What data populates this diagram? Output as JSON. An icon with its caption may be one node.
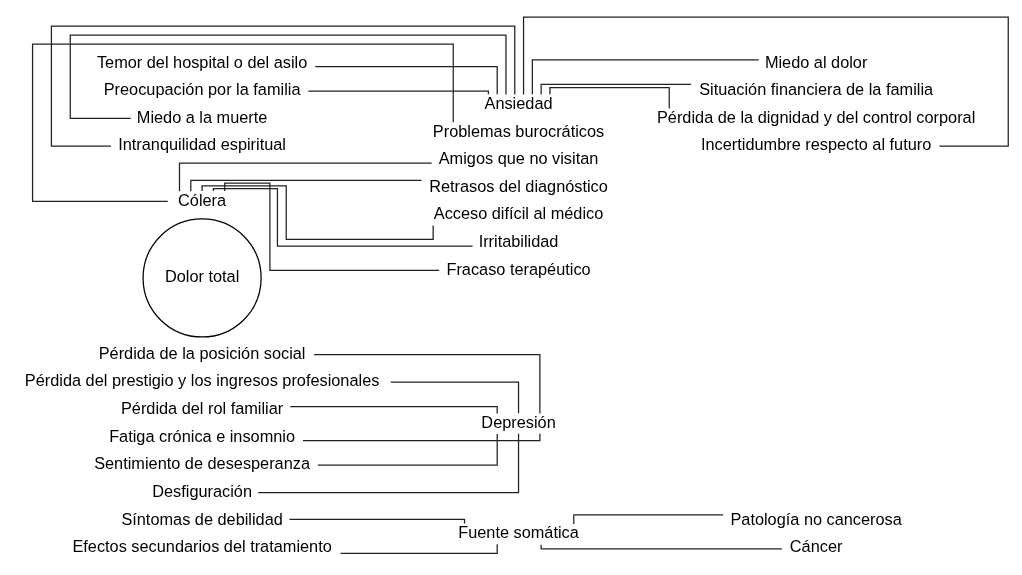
{
  "diagram": {
    "nodes": [
      {
        "text": [
          "Síntomas de debilidad"
        ]
      },
      {
        "text": [
          "Efectos secundarios del tratamiento"
        ]
      },
      {
        "text": [
          "Patología no cancerosa"
        ]
      },
      {
        "text": [
          "Cáncer"
        ]
      },
      {
        "text": [
          "Fuente somática"
        ]
      },
      {
        "text": [
          "Pérdida de la posición social"
        ]
      },
      {
        "text": [
          "Pérdida del prestigio y los ingresos profesionales"
        ]
      },
      {
        "text": [
          "Pérdida del rol familiar"
        ]
      },
      {
        "text": [
          "Fatiga crónica e insomnio"
        ]
      },
      {
        "text": [
          "Sentimiento de desesperanza"
        ]
      },
      {
        "text": [
          "Desfiguración"
        ]
      },
      {
        "text": [
          "Depresión"
        ]
      },
      {
        "text": [
          "Dolor total"
        ]
      },
      {
        "text": [
          "Cólera"
        ]
      },
      {
        "text": [
          "Problemas burocráticos"
        ]
      },
      {
        "text": [
          "Amigos que no visitan"
        ]
      },
      {
        "text": [
          "Retrasos del diagnóstico"
        ]
      },
      {
        "text": [
          "Acceso difícil al médico"
        ]
      },
      {
        "text": [
          "Irritabilidad"
        ]
      },
      {
        "text": [
          "Fracaso terapéutico"
        ]
      },
      {
        "text": [
          "Ansiedad"
        ]
      },
      {
        "text": [
          "Temor del hospital o del asilo"
        ]
      },
      {
        "text": [
          "Miedo al dolor"
        ]
      },
      {
        "text": [
          "Preocupación por la familia"
        ]
      },
      {
        "text": [
          "Situación financiera de la familia"
        ]
      },
      {
        "text": [
          "Miedo a la muerte"
        ]
      },
      {
        "text": [
          "Pérdida de la dignidad y del control corporal"
        ]
      },
      {
        "text": [
          "Intranquilidad espiritual"
        ]
      },
      {
        "text": [
          "Incertidumbre respecto al futuro"
        ]
      }
    ],
    "edges": [
      {
        "from": 0,
        "to": 4,
        "arrow": "none"
      },
      {
        "from": 1,
        "to": 4,
        "arrow": "none"
      },
      {
        "from": 4,
        "to": 2,
        "arrow": "none"
      },
      {
        "from": 4,
        "to": 3,
        "arrow": "none"
      },
      {
        "from": 5,
        "to": 11,
        "arrow": "none"
      },
      {
        "from": 6,
        "to": 11,
        "arrow": "none"
      },
      {
        "from": 7,
        "to": 11,
        "arrow": "none"
      },
      {
        "from": 8,
        "to": 11,
        "arrow": "none"
      },
      {
        "from": 9,
        "to": 11,
        "arrow": "none"
      },
      {
        "from": 10,
        "to": 11,
        "arrow": "none"
      },
      {
        "from": 13,
        "to": 14,
        "arrow": "none"
      },
      {
        "from": 13,
        "to": 15,
        "arrow": "none"
      },
      {
        "from": 13,
        "to": 16,
        "arrow": "none"
      },
      {
        "from": 13,
        "to": 17,
        "arrow": "none"
      },
      {
        "from": 13,
        "to": 18,
        "arrow": "none"
      },
      {
        "from": 13,
        "to": 19,
        "arrow": "none"
      },
      {
        "from": 21,
        "to": 20,
        "arrow": "none"
      },
      {
        "from": 23,
        "to": 20,
        "arrow": "none"
      },
      {
        "from": 25,
        "to": 20,
        "arrow": "none"
      },
      {
        "from": 27,
        "to": 20,
        "arrow": "none"
      },
      {
        "from": 20,
        "to": 22,
        "arrow": "none"
      },
      {
        "from": 20,
        "to": 24,
        "arrow": "none"
      },
      {
        "from": 20,
        "to": 26,
        "arrow": "none"
      },
      {
        "from": 20,
        "to": 28,
        "arrow": "none"
      }
    ]
  }
}
